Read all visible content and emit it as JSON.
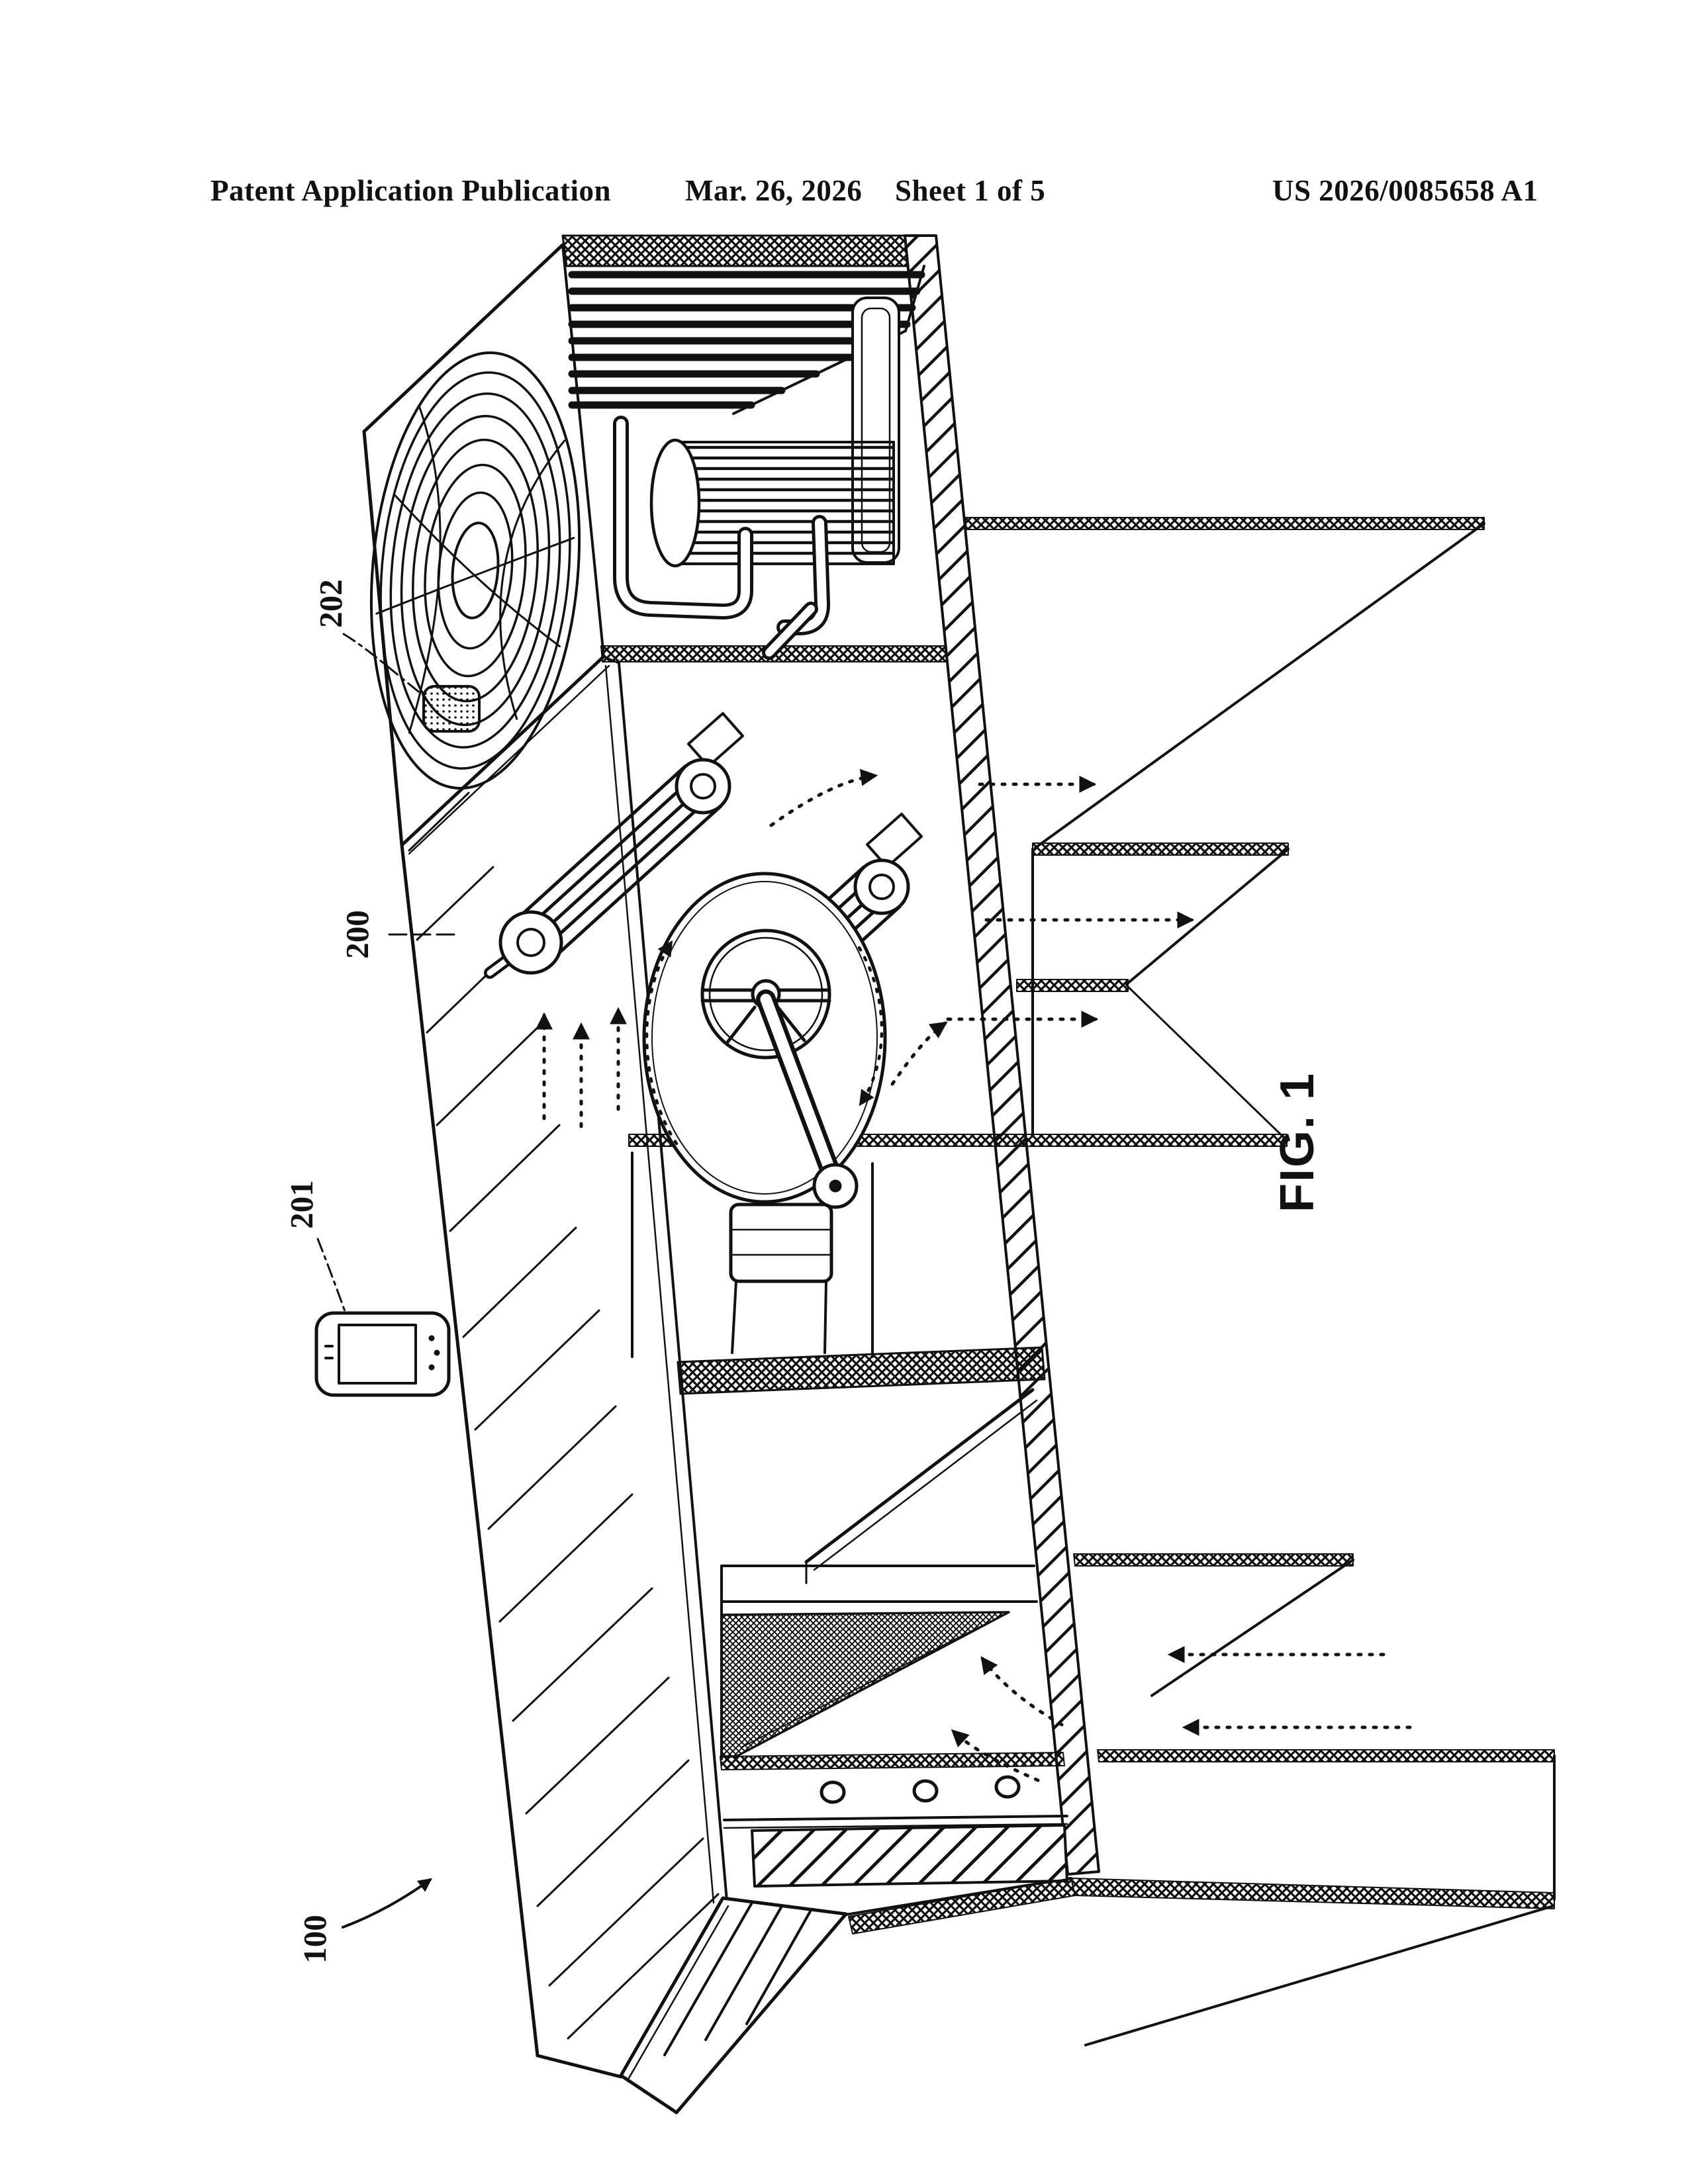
{
  "header": {
    "publication": "Patent Application Publication",
    "date": "Mar. 26, 2026",
    "sheet": "Sheet 1 of 5",
    "document_number": "US 2026/0085658 A1"
  },
  "figure": {
    "caption": "FIG. 1",
    "reference_labels": {
      "system": "100",
      "unit": "200",
      "mobile_device": "201",
      "sensor": "202"
    }
  }
}
